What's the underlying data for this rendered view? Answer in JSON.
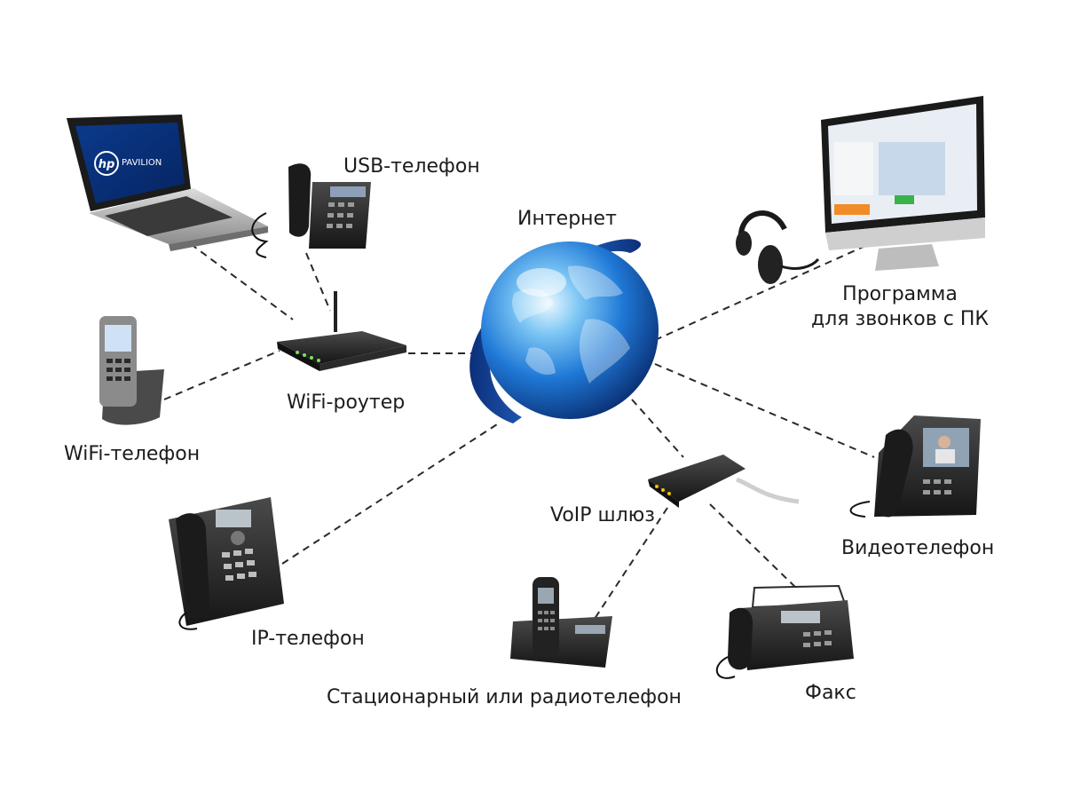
{
  "nodes": {
    "internet": "Интернет",
    "usb_phone": "USB-телефон",
    "pc_program": [
      "Программа",
      "для звонков с ПК"
    ],
    "wifi_router": "WiFi-роутер",
    "wifi_phone": "WiFi-телефон",
    "ip_phone": "IP-телефон",
    "voip_gateway": "VoIP шлюз",
    "video_phone": "Видеотелефон",
    "landline_phone": "Стационарный или радиотелефон",
    "fax": "Факс"
  },
  "laptop": {
    "brand_logo": "hp",
    "brand_name": "PAVILION"
  },
  "colors": {
    "connection_line": "#2a2a2a",
    "globe_blue": "#1e78d8",
    "device_dark": "#2b2b2b"
  }
}
